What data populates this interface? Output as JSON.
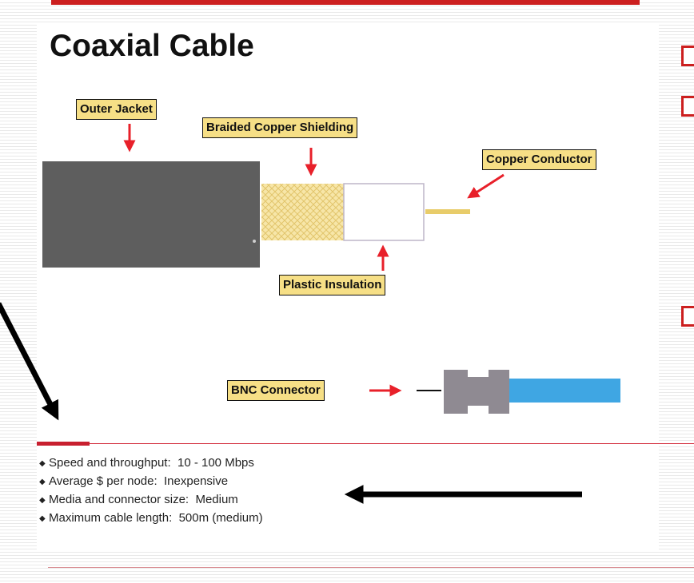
{
  "slide": {
    "title": "Coaxial Cable"
  },
  "callouts": {
    "outer_jacket": "Outer Jacket",
    "braided_shielding": "Braided Copper Shielding",
    "copper_conductor": "Copper Conductor",
    "plastic_insulation": "Plastic Insulation",
    "bnc_connector": "BNC Connector"
  },
  "specs": [
    {
      "label": "Speed and throughput:",
      "value": "10 - 100 Mbps"
    },
    {
      "label": "Average $ per node:",
      "value": "Inexpensive"
    },
    {
      "label": "Media and connector size:",
      "value": "Medium"
    },
    {
      "label": "Maximum cable length:",
      "value": "500m (medium)"
    }
  ],
  "colors": {
    "accent_red": "#cc1f1f",
    "callout_fill": "#f6df86",
    "jacket": "#5e5e5e",
    "shielding": "#f7e6a8",
    "conductor": "#e8cc6a",
    "bnc_body": "#8f8a92",
    "bnc_cable": "#3fa6e3"
  },
  "icons": {
    "annotation_arrow": "black-arrow-icon",
    "callout_arrow": "red-arrow-icon",
    "spec_bullet": "diamond-bullet-icon"
  }
}
